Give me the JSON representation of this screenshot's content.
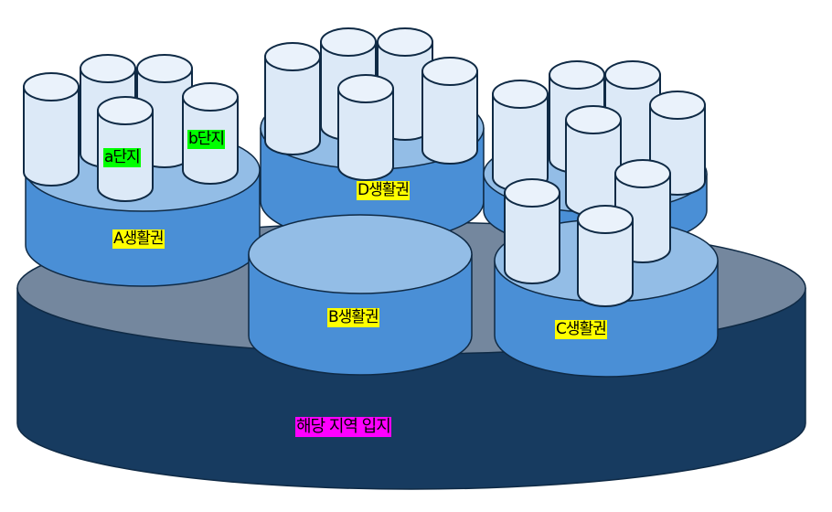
{
  "diagram": {
    "base": {
      "label": "해당 지역 입지"
    },
    "zones": [
      {
        "id": "A",
        "label": "A생활권"
      },
      {
        "id": "B",
        "label": "B생활권"
      },
      {
        "id": "C",
        "label": "C생활권"
      },
      {
        "id": "D",
        "label": "D생활권"
      }
    ],
    "complexes": [
      {
        "id": "a",
        "label": "a단지"
      },
      {
        "id": "b",
        "label": "b단지"
      }
    ]
  },
  "colors": {
    "base_side": "#173b60",
    "base_top": "#74879e",
    "zone_side": "#4a8fd6",
    "zone_top": "#93bde6",
    "building_side": "#dce9f7",
    "building_top": "#eaf2fb",
    "stroke": "#0f2a45",
    "label_zone": "#ffff00",
    "label_complex": "#00ff00",
    "label_base": "#ff00ff"
  }
}
